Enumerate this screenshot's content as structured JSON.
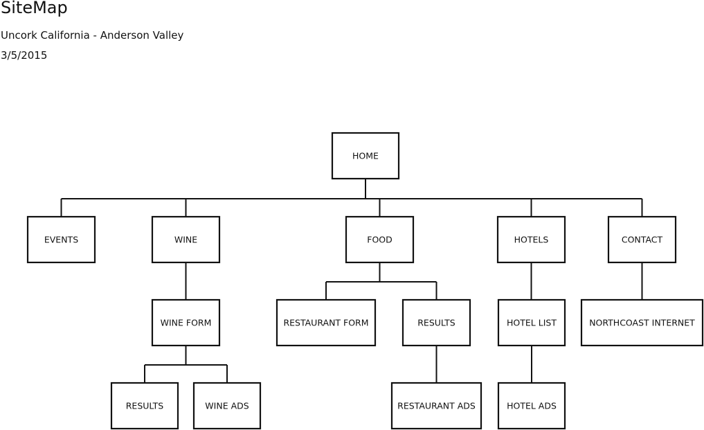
{
  "header": {
    "title": "SiteMap",
    "subtitle": "Uncork California - Anderson Valley",
    "date": "3/5/2015"
  },
  "sitemap": {
    "nodes": [
      {
        "id": "home",
        "label": "HOME",
        "children": [
          "events",
          "wine",
          "food",
          "hotels",
          "contact"
        ]
      },
      {
        "id": "events",
        "label": "EVENTS",
        "children": []
      },
      {
        "id": "wine",
        "label": "WINE",
        "children": [
          "wine-form"
        ]
      },
      {
        "id": "food",
        "label": "FOOD",
        "children": [
          "restaurant-form",
          "food-results"
        ]
      },
      {
        "id": "hotels",
        "label": "HOTELS",
        "children": [
          "hotel-list"
        ]
      },
      {
        "id": "contact",
        "label": "CONTACT",
        "children": [
          "northcoast-internet"
        ]
      },
      {
        "id": "wine-form",
        "label": "WINE FORM",
        "children": [
          "wine-results",
          "wine-ads"
        ]
      },
      {
        "id": "restaurant-form",
        "label": "RESTAURANT FORM",
        "children": []
      },
      {
        "id": "food-results",
        "label": "RESULTS",
        "children": [
          "restaurant-ads"
        ]
      },
      {
        "id": "hotel-list",
        "label": "HOTEL LIST",
        "children": [
          "hotel-ads"
        ]
      },
      {
        "id": "northcoast-internet",
        "label": "NORTHCOAST INTERNET",
        "children": []
      },
      {
        "id": "wine-results",
        "label": "RESULTS",
        "children": []
      },
      {
        "id": "wine-ads",
        "label": "WINE ADS",
        "children": []
      },
      {
        "id": "restaurant-ads",
        "label": "RESTAURANT ADS",
        "children": []
      },
      {
        "id": "hotel-ads",
        "label": "HOTEL ADS",
        "children": []
      }
    ]
  }
}
